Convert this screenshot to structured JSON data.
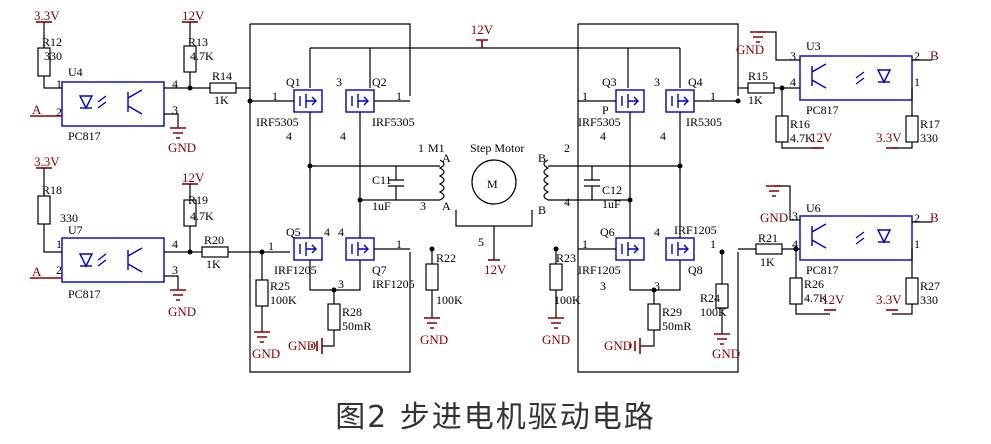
{
  "caption": "图2 步进电机驱动电路",
  "colors": {
    "wire": "#0000cc",
    "power": "#8b0000",
    "ink": "#000000"
  },
  "rails": {
    "v33": "3.3V",
    "v12": "12V",
    "gnd": "GND"
  },
  "signals": {
    "a": "A",
    "b": "B"
  },
  "motor": {
    "name": "Step Motor",
    "ref": "M1",
    "symbol": "M",
    "center_pin": "5"
  },
  "optos": [
    {
      "ref": "U4",
      "part": "PC817"
    },
    {
      "ref": "U7",
      "part": "PC817"
    },
    {
      "ref": "U3",
      "part": "PC817"
    },
    {
      "ref": "U6",
      "part": "PC817"
    }
  ],
  "transistors": [
    {
      "ref": "Q1",
      "part": "IRF5305"
    },
    {
      "ref": "Q2",
      "part": "IRF5305"
    },
    {
      "ref": "Q3",
      "part": "IRF5305"
    },
    {
      "ref": "Q4",
      "part": "IR5305"
    },
    {
      "ref": "Q5",
      "part": "IRF1205"
    },
    {
      "ref": "Q7",
      "part": "IRF1205"
    },
    {
      "ref": "Q6",
      "part": "IRF1205"
    },
    {
      "ref": "Q8",
      "part": "IRF1205"
    }
  ],
  "resistors": [
    {
      "ref": "R12",
      "value": "330"
    },
    {
      "ref": "R13",
      "value": "4.7K"
    },
    {
      "ref": "R14",
      "value": "1K"
    },
    {
      "ref": "R18",
      "value": "330"
    },
    {
      "ref": "R19",
      "value": "4.7K"
    },
    {
      "ref": "R20",
      "value": "1K"
    },
    {
      "ref": "R25",
      "value": "100K"
    },
    {
      "ref": "R28",
      "value": "50mR"
    },
    {
      "ref": "R22",
      "value": "100K"
    },
    {
      "ref": "R15",
      "value": "1K"
    },
    {
      "ref": "R16",
      "value": "4.7K"
    },
    {
      "ref": "R17",
      "value": "330"
    },
    {
      "ref": "R21",
      "value": "1K"
    },
    {
      "ref": "R26",
      "value": "4.7K"
    },
    {
      "ref": "R27",
      "value": "330"
    },
    {
      "ref": "R23",
      "value": "100K"
    },
    {
      "ref": "R29",
      "value": "50mR"
    },
    {
      "ref": "R24",
      "value": "100K"
    }
  ],
  "capacitors": [
    {
      "ref": "C11",
      "value": "1uF"
    },
    {
      "ref": "C12",
      "value": "1uF"
    }
  ],
  "pins": {
    "p1": "1",
    "p2": "2",
    "p3": "3",
    "p4": "4",
    "p3b": "3",
    "p2b": "2"
  },
  "stray": {
    "dot": "3",
    "p": "P"
  }
}
